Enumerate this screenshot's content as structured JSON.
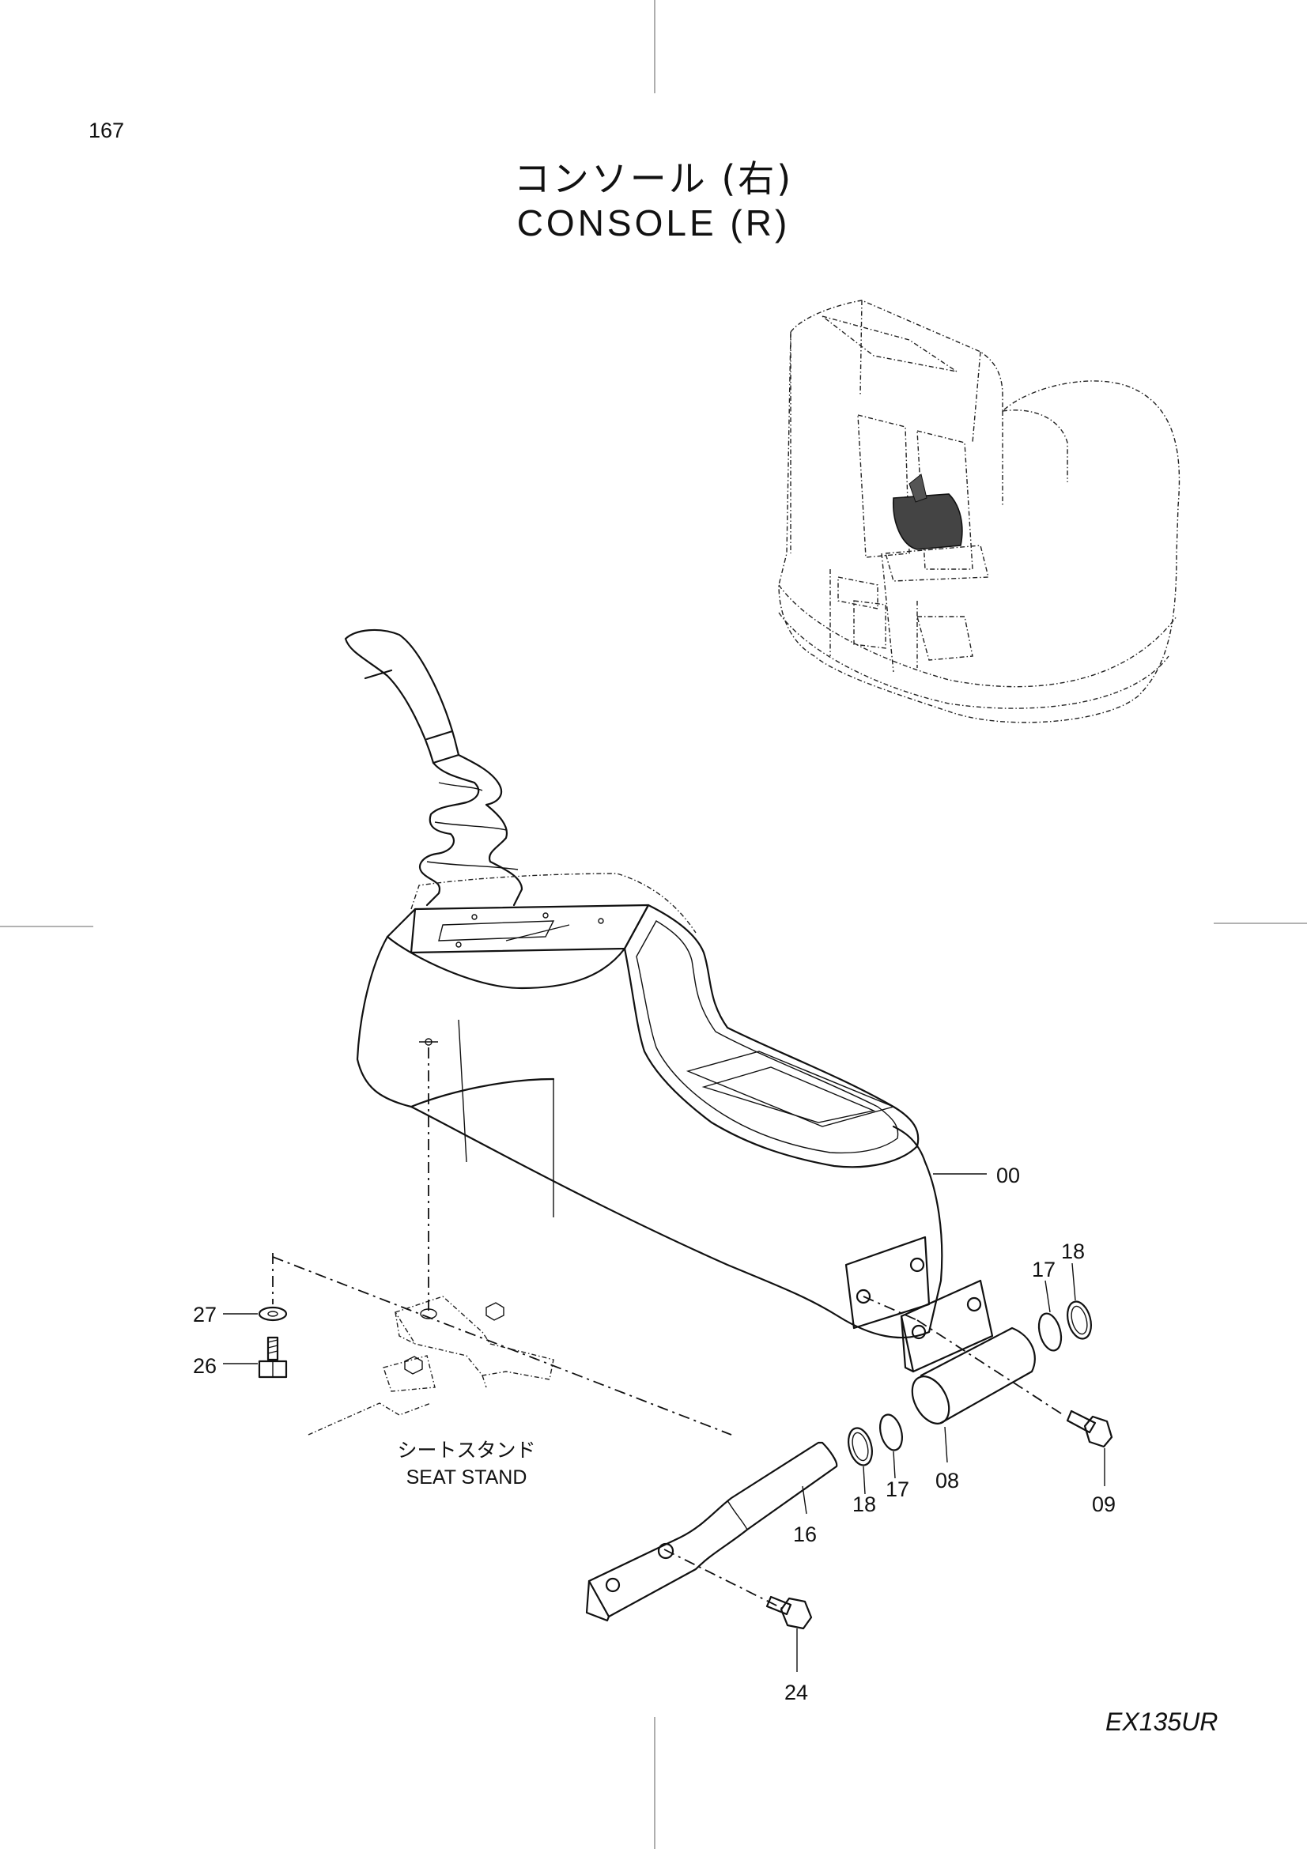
{
  "header": {
    "page_number": "167",
    "title_jp": "コンソール (右)",
    "title_en": "CONSOLE (R)"
  },
  "footer": {
    "model": "EX135UR"
  },
  "callouts": [
    {
      "id": "callout-00",
      "text": "00"
    },
    {
      "id": "callout-17a",
      "text": "17"
    },
    {
      "id": "callout-18a",
      "text": "18"
    },
    {
      "id": "callout-27",
      "text": "27"
    },
    {
      "id": "callout-26",
      "text": "26"
    },
    {
      "id": "callout-08",
      "text": "08"
    },
    {
      "id": "callout-09",
      "text": "09"
    },
    {
      "id": "callout-18b",
      "text": "18"
    },
    {
      "id": "callout-17b",
      "text": "17"
    },
    {
      "id": "callout-16",
      "text": "16"
    },
    {
      "id": "callout-24",
      "text": "24"
    }
  ],
  "labels": {
    "seat_stand_jp": "シートスタンド",
    "seat_stand_en": "SEAT STAND"
  }
}
